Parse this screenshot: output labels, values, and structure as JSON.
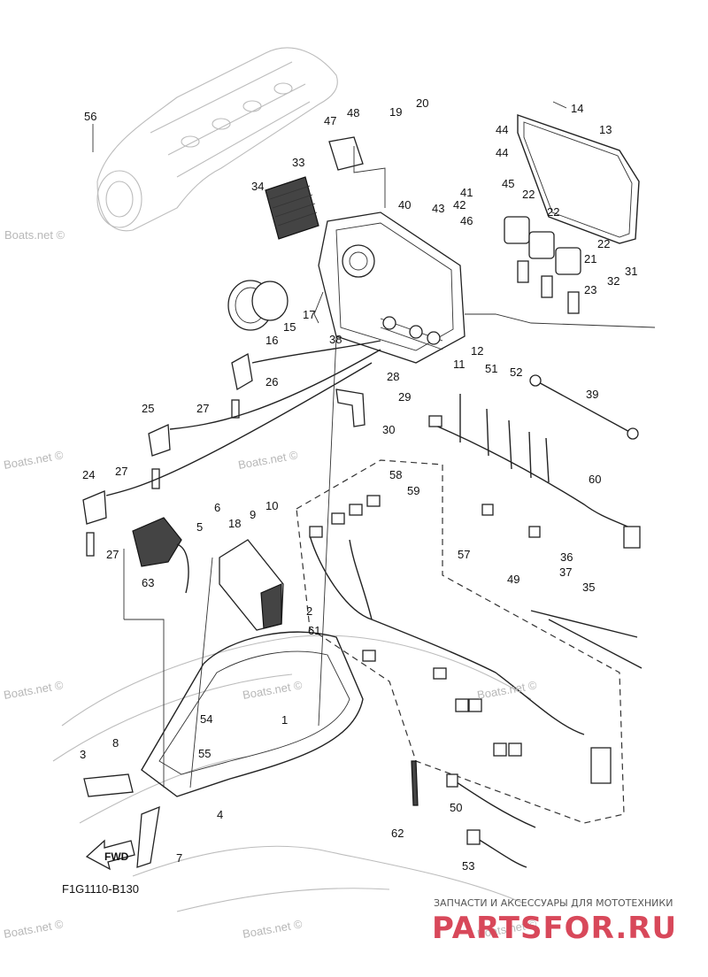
{
  "diagram_code": "F1G1110-B130",
  "fwd_label": "FWD",
  "watermarks": [
    "Boats.net ©",
    "Boats.net ©",
    "Boats.net ©",
    "Boats.net ©",
    "Boats.net ©",
    "Boats.net ©",
    "Boats.net ©",
    "Boats.net ©",
    "Boats.net ©"
  ],
  "brand": {
    "tagline": "ЗАПЧАСТИ И АКСЕССУАРЫ ДЛЯ МОТОТЕХНИКИ",
    "name": "PARTSFOR.RU"
  },
  "callouts": [
    "56",
    "14",
    "20",
    "19",
    "48",
    "47",
    "13",
    "44",
    "44",
    "33",
    "34",
    "41",
    "45",
    "40",
    "43",
    "42",
    "46",
    "22",
    "22",
    "22",
    "21",
    "31",
    "32",
    "23",
    "17",
    "15",
    "16",
    "38",
    "12",
    "11",
    "51",
    "52",
    "28",
    "29",
    "26",
    "27",
    "25",
    "39",
    "30",
    "27",
    "24",
    "60",
    "58",
    "59",
    "6",
    "5",
    "9",
    "10",
    "18",
    "27",
    "63",
    "57",
    "36",
    "37",
    "49",
    "35",
    "2",
    "61",
    "54",
    "1",
    "55",
    "8",
    "3",
    "4",
    "62",
    "50",
    "7",
    "53"
  ]
}
